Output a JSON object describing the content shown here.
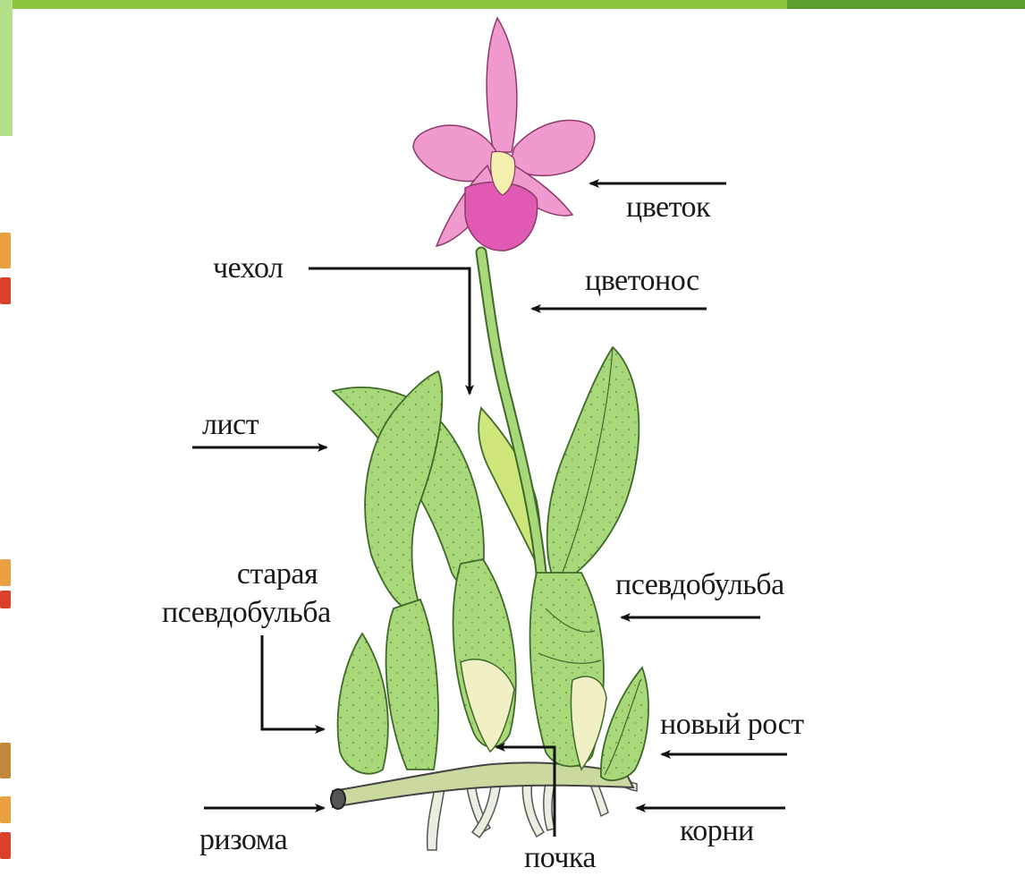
{
  "labels": {
    "flower": "цветок",
    "sheath": "чехол",
    "peduncle": "цветонос",
    "leaf": "лист",
    "old_pseudobulb_line1": "старая",
    "old_pseudobulb_line2": "псевдобульба",
    "pseudobulb": "псевдобульба",
    "new_growth": "новый рост",
    "rhizome": "ризома",
    "roots": "корни",
    "bud": "почка"
  },
  "colors": {
    "leaf": "#a8d87a",
    "leaf_dark": "#6fae46",
    "pseudobulb_base": "#f1f0c4",
    "flower_petal": "#f09ad0",
    "flower_lip": "#e05ab4",
    "flower_column": "#f4f0b0",
    "rhizome": "#c9d9a0",
    "roots": "#e9efe0",
    "sheath": "#cfe77a",
    "accent_bar": "#8cc63f"
  }
}
